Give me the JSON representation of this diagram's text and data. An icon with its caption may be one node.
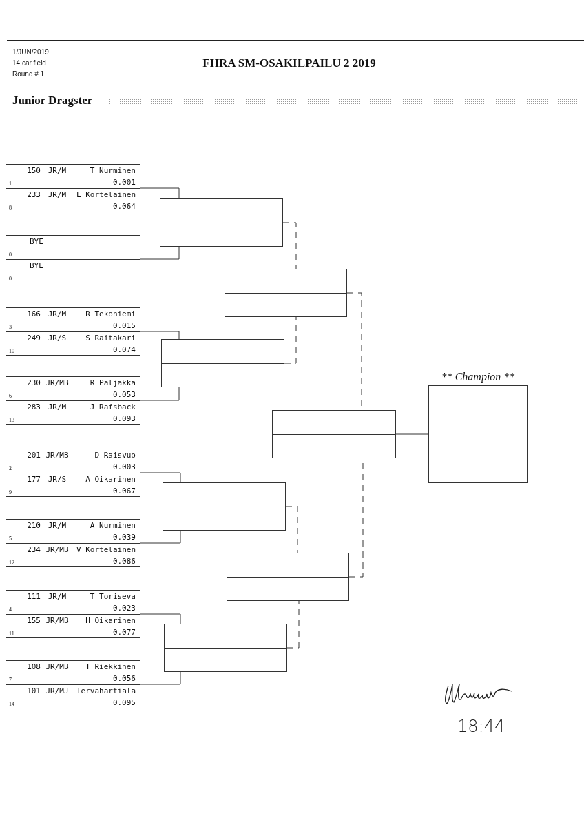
{
  "diagram": {
    "title": "FHRA SM-OSAKILPAILU 2 2019",
    "nodes": [
      {
        "text": [],
        "shape": "box"
      },
      {
        "text": [
          "150",
          "JR/M",
          "T Nurminen",
          "1",
          "0.001"
        ],
        "in": 0
      },
      {
        "text": [
          "233",
          "JR/M",
          "L Kortelainen",
          "8",
          "0.064"
        ],
        "in": 0
      },
      {
        "text": [],
        "shape": "box"
      },
      {
        "text": [
          "BYE",
          "0"
        ],
        "in": 3
      },
      {
        "text": [
          "BYE",
          "0"
        ],
        "in": 3
      },
      {
        "text": [],
        "shape": "box"
      },
      {
        "text": [
          "166",
          "JR/M",
          "R Tekoniemi",
          "3",
          "0.015"
        ],
        "in": 6
      },
      {
        "text": [
          "249",
          "JR/S",
          "S Raitakari",
          "10",
          "0.074"
        ],
        "in": 6
      },
      {
        "text": [],
        "shape": "box"
      },
      {
        "text": [
          "230",
          "JR/MB",
          "R Paljakka",
          "6",
          "0.053"
        ],
        "in": 9
      },
      {
        "text": [
          "283",
          "JR/M",
          "J Rafsback",
          "13",
          "0.093"
        ],
        "in": 9
      },
      {
        "text": [],
        "shape": "box"
      },
      {
        "text": [
          "201",
          "JR/MB",
          "D Raisvuo",
          "2",
          "0.003"
        ],
        "in": 12
      },
      {
        "text": [
          "177",
          "JR/S",
          "A Oikarinen",
          "9",
          "0.067"
        ],
        "in": 12
      },
      {
        "text": [],
        "shape": "box"
      },
      {
        "text": [
          "210",
          "JR/M",
          "A Nurminen",
          "5",
          "0.039"
        ],
        "in": 15
      },
      {
        "text": [
          "234",
          "JR/MB",
          "V Kortelainen",
          "12",
          "0.086"
        ],
        "in": 15
      },
      {
        "text": [],
        "shape": "box"
      },
      {
        "text": [
          "111",
          "JR/M",
          "T Toriseva",
          "4",
          "0.023"
        ],
        "in": 18
      },
      {
        "text": [
          "155",
          "JR/MB",
          "H Oikarinen",
          "11",
          "0.077"
        ],
        "in": 18
      },
      {
        "text": [],
        "shape": "box"
      },
      {
        "text": [
          "108",
          "JR/MB",
          "T Riekkinen",
          "7",
          "0.056"
        ],
        "in": 21
      },
      {
        "text": [
          "101",
          "JR/MJ",
          "Tervahartiala",
          "14",
          "0.095"
        ],
        "in": 21
      },
      {
        "text": [],
        "shape": "box"
      },
      {
        "text": [],
        "shape": "box"
      },
      {
        "text": [],
        "shape": "box"
      },
      {
        "text": [],
        "shape": "box"
      },
      {
        "text": [],
        "shape": "box"
      },
      {
        "text": [],
        "shape": "box"
      },
      {
        "text": [],
        "shape": "box"
      },
      {
        "text": [
          "** Champion **"
        ]
      }
    ],
    "edges": [
      {
        "from": 0,
        "to": 24,
        "arrow": "none"
      },
      {
        "from": 3,
        "to": 24,
        "arrow": "none"
      },
      {
        "from": 6,
        "to": 25,
        "arrow": "none"
      },
      {
        "from": 9,
        "to": 25,
        "arrow": "none"
      },
      {
        "from": 12,
        "to": 26,
        "arrow": "none"
      },
      {
        "from": 15,
        "to": 26,
        "arrow": "none"
      },
      {
        "from": 18,
        "to": 27,
        "arrow": "none"
      },
      {
        "from": 21,
        "to": 27,
        "arrow": "none"
      },
      {
        "from": 24,
        "to": 28,
        "arrow": "none",
        "style": "dashed"
      },
      {
        "from": 25,
        "to": 28,
        "arrow": "none",
        "style": "dashed"
      },
      {
        "from": 26,
        "to": 29,
        "arrow": "none",
        "style": "dashed"
      },
      {
        "from": 27,
        "to": 29,
        "arrow": "none",
        "style": "dashed"
      },
      {
        "from": 28,
        "to": 30,
        "arrow": "none",
        "style": "dashed"
      },
      {
        "from": 29,
        "to": 30,
        "arrow": "none",
        "style": "dashed"
      },
      {
        "from": 30,
        "to": 31,
        "arrow": "none"
      }
    ],
    "labels": [
      "1/JUN/2019",
      "14 car field",
      "Round # 1",
      "Junior Dragster",
      "18:44"
    ]
  }
}
